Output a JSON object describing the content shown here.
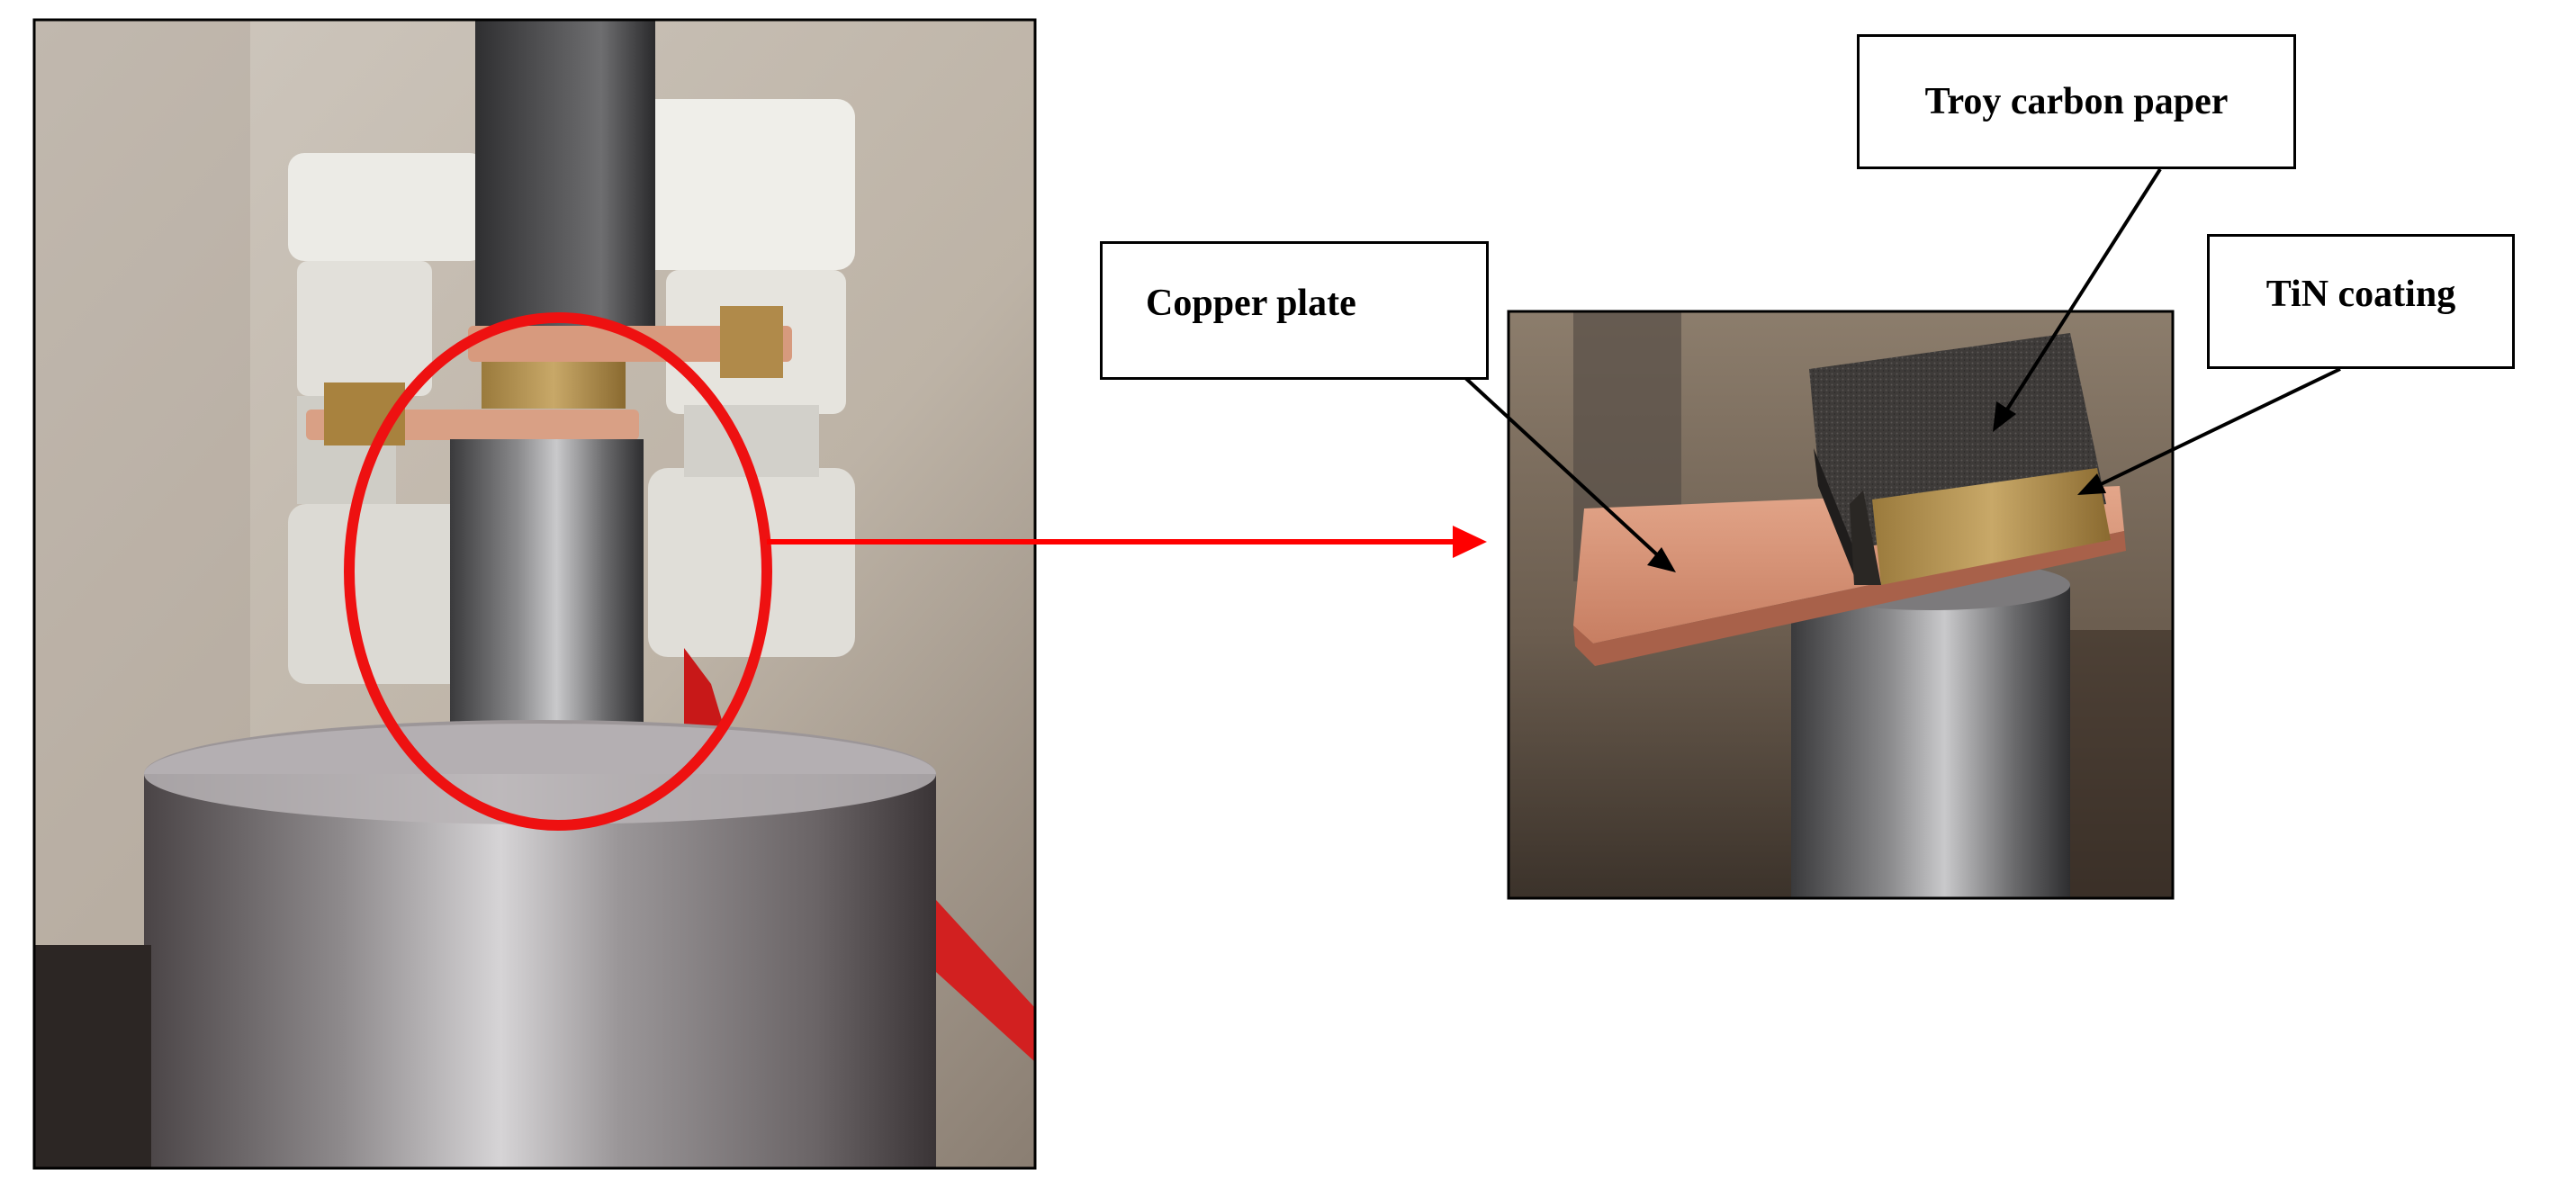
{
  "labels": {
    "copper_plate": "Copper plate",
    "troy_carbon_paper": "Troy carbon paper",
    "tin_coating": "TiN coating"
  },
  "colors": {
    "arrow": "#ff0000",
    "highlight_ellipse": "#ee1111",
    "callout_lines": "#000000",
    "frame": "#000000"
  },
  "photos": {
    "left": "test-fixture-apparatus-photo",
    "right": "sample-stack-closeup-photo"
  }
}
